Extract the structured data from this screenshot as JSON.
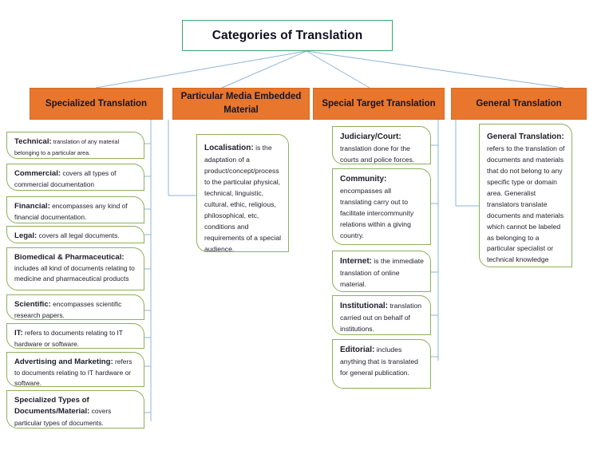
{
  "title": "Categories of Translation",
  "theme": {
    "header_fill": "#E8762C",
    "leaf_border": "#8BB05A",
    "root_border": "#3AA86A",
    "connector": "#8FB4D6",
    "text": "#1A1A2E"
  },
  "columns": [
    {
      "id": "specialized",
      "header": "Specialized Translation",
      "items": [
        {
          "term": "Technical:",
          "desc": "  translation of any material belonging to a particular area."
        },
        {
          "term": "Commercial:",
          "desc": " covers all types of commercial documentation"
        },
        {
          "term": "Financial:",
          "desc": " encompasses any kind of financial documentation."
        },
        {
          "term": "Legal:",
          "desc": " covers all legal documents."
        },
        {
          "term": "Biomedical & Pharmaceutical:",
          "desc": " includes all kind of documents relating to medicine and pharmaceutical products"
        },
        {
          "term": "Scientific:",
          "desc": " encompasses scientific research papers."
        },
        {
          "term": "IT:",
          "desc": " refers to documents relating to IT hardware or software."
        },
        {
          "term": "Advertising and Marketing:",
          "desc": " refers to documents relating to IT hardware or software."
        },
        {
          "term": "Specialized Types of Documents/Material:",
          "desc": " covers particular types of documents."
        }
      ]
    },
    {
      "id": "particular-media",
      "header": "Particular Media Embedded Material",
      "items": [
        {
          "term": "Localisation:",
          "desc": " is the adaptation of a product/concept/process to the particular physical, technical, linguistic, cultural, ethic, religious, philosophical, etc, conditions and requirements of a special audience."
        }
      ]
    },
    {
      "id": "special-target",
      "header": "Special Target Translation",
      "items": [
        {
          "term": "Judiciary/Court:",
          "desc": " translation done for the courts and police forces."
        },
        {
          "term": "Community:",
          "desc": " encompasses all translating carry out to facilitate intercommunity relations within a giving country."
        },
        {
          "term": "Internet:",
          "desc": " is the immediate translation of online material."
        },
        {
          "term": "Institutional:",
          "desc": " translation carried out on behalf of institutions."
        },
        {
          "term": "Editorial:",
          "desc": " includes anything that is translated for general publication."
        }
      ]
    },
    {
      "id": "general",
      "header": "General Translation",
      "items": [
        {
          "term": "General Translation:",
          "desc": " refers to the translation of documents and materials that do not belong to any specific type or domain area. Generalist translators translate documents and materials which cannot be labeled as belonging to a particular specialist or technical knowledge"
        }
      ]
    }
  ]
}
